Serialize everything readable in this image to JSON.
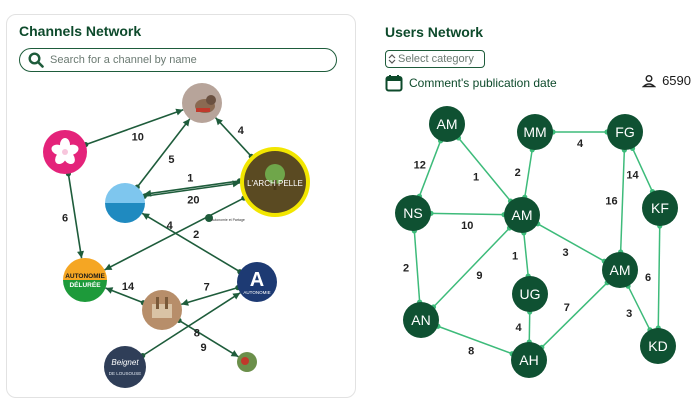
{
  "channels": {
    "title": "Channels Network",
    "search_placeholder": "Search for a channel by name",
    "nodes": [
      {
        "id": "cat",
        "label": "",
        "image": "cat-photo",
        "color": "#b7a49a"
      },
      {
        "id": "flower",
        "label": "",
        "image": "pink-flower-logo",
        "color": "#e4237a"
      },
      {
        "id": "beach",
        "label": "",
        "image": "beach-photo",
        "color": "#3a9bd0"
      },
      {
        "id": "archipelle",
        "label": "L'ARCH PELLE",
        "image": "tree-logo",
        "color": "#5a4a22"
      },
      {
        "id": "small",
        "label": "Autonomie et Partage",
        "image": "small-logo",
        "color": "#ffffff"
      },
      {
        "id": "autonomie",
        "label_top": "AUTONOMIE",
        "label_bottom": "DÉLURÉE",
        "image": "autonomie-delurer-logo",
        "color": "#f5a623"
      },
      {
        "id": "A",
        "label": "A",
        "sublabel": "AUTONOMIE",
        "image": "letter-a-logo",
        "color": "#1d3a73"
      },
      {
        "id": "tools",
        "label": "",
        "image": "tools-photo",
        "color": "#b78e6a"
      },
      {
        "id": "beignet",
        "label_top": "Beignet",
        "label_bottom": "DE LOUSOUSE",
        "image": "beignet-logo",
        "color": "#2f3e58"
      },
      {
        "id": "tiny",
        "label": "",
        "image": "small-photo",
        "color": "#6b8f4a"
      }
    ],
    "edges": [
      {
        "from": "flower",
        "to": "cat",
        "weight": "10"
      },
      {
        "from": "beach",
        "to": "cat",
        "weight": "5"
      },
      {
        "from": "archipelle",
        "to": "cat",
        "weight": "4"
      },
      {
        "from": "beach",
        "to": "archipelle",
        "weight": "20"
      },
      {
        "from": "archipelle",
        "to": "beach",
        "weight": "1"
      },
      {
        "from": "flower",
        "to": "autonomie",
        "weight": "6"
      },
      {
        "from": "archipelle",
        "to": "autonomie",
        "weight": "4"
      },
      {
        "from": "A",
        "to": "beach",
        "weight": "2"
      },
      {
        "from": "A",
        "to": "tools",
        "weight": "7"
      },
      {
        "from": "tools",
        "to": "autonomie",
        "weight": "14"
      },
      {
        "from": "beignet",
        "to": "A",
        "weight": "8"
      },
      {
        "from": "tools",
        "to": "tiny",
        "weight": "9"
      }
    ]
  },
  "users": {
    "title": "Users Network",
    "category_placeholder": "Select category",
    "date_label": "Comment's publication date",
    "user_count": "6590",
    "nodes": [
      {
        "id": "AM1",
        "label": "AM"
      },
      {
        "id": "MM",
        "label": "MM"
      },
      {
        "id": "FG",
        "label": "FG"
      },
      {
        "id": "NS",
        "label": "NS"
      },
      {
        "id": "AM2",
        "label": "AM"
      },
      {
        "id": "KF",
        "label": "KF"
      },
      {
        "id": "UG",
        "label": "UG"
      },
      {
        "id": "AM3",
        "label": "AM"
      },
      {
        "id": "AN",
        "label": "AN"
      },
      {
        "id": "AH",
        "label": "AH"
      },
      {
        "id": "KD",
        "label": "KD"
      }
    ],
    "edges": [
      {
        "from": "MM",
        "to": "FG",
        "weight": "4"
      },
      {
        "from": "AM1",
        "to": "NS",
        "weight": "12"
      },
      {
        "from": "AM1",
        "to": "AM2",
        "weight": "1"
      },
      {
        "from": "MM",
        "to": "AM2",
        "weight": "2"
      },
      {
        "from": "FG",
        "to": "KF",
        "weight": "14"
      },
      {
        "from": "NS",
        "to": "AM2",
        "weight": "10"
      },
      {
        "from": "FG",
        "to": "AM3",
        "weight": "16"
      },
      {
        "from": "AM2",
        "to": "AM3",
        "weight": "3"
      },
      {
        "from": "NS",
        "to": "AN",
        "weight": "2"
      },
      {
        "from": "AN",
        "to": "AM2",
        "weight": "9"
      },
      {
        "from": "AM2",
        "to": "UG",
        "weight": "1"
      },
      {
        "from": "KF",
        "to": "KD",
        "weight": "6"
      },
      {
        "from": "AM3",
        "to": "AH",
        "weight": "7"
      },
      {
        "from": "UG",
        "to": "AH",
        "weight": "4"
      },
      {
        "from": "AN",
        "to": "AH",
        "weight": "8"
      },
      {
        "from": "AM3",
        "to": "KD",
        "weight": "3"
      }
    ],
    "colors": {
      "node": "#0f5132",
      "edge": "#3dbb7a",
      "endpoint": "#3dbb7a"
    }
  },
  "colors": {
    "channel_edge": "#1e5c3b",
    "accent": "#0d4a2b",
    "highlight": "#f2e600"
  }
}
